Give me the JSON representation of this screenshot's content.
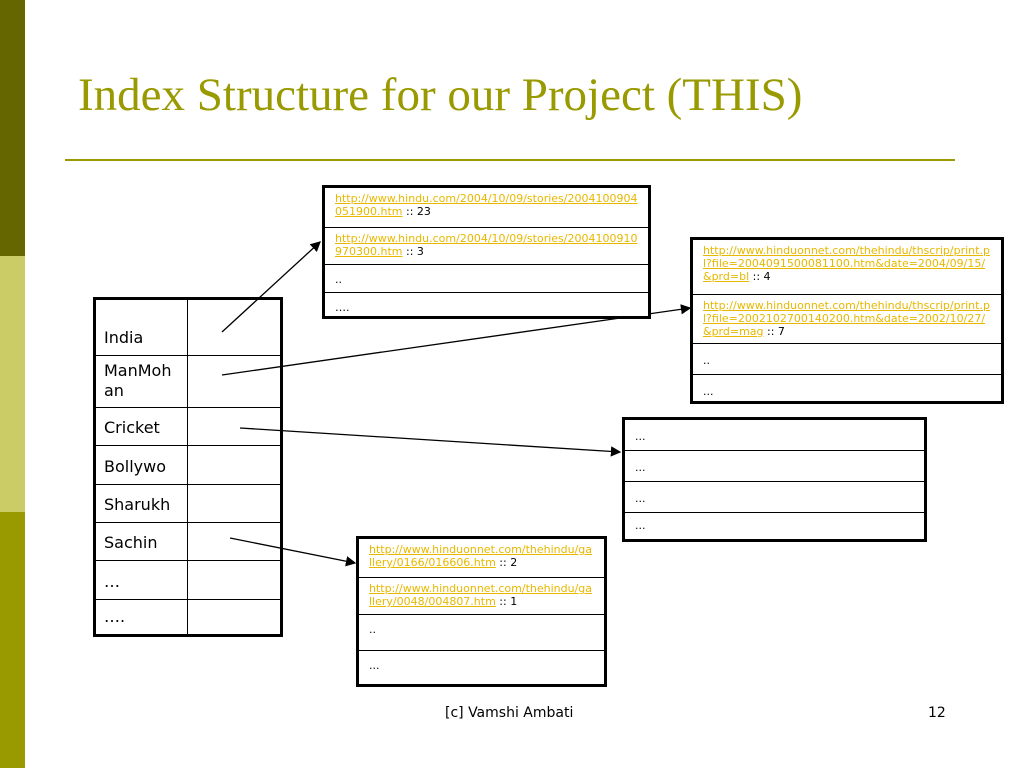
{
  "title": "Index Structure for our Project (THIS)",
  "colors": {
    "accent": "#999900",
    "strip_dark": "#666600",
    "strip_light": "#cccc66",
    "link": "#e8b800"
  },
  "index_terms": [
    "India",
    "ManMoh an",
    "Cricket",
    "Bollywo",
    "Sharukh",
    "Sachin",
    "…",
    "…."
  ],
  "box1": [
    {
      "link": "http://www.hindu.com/2004/10/09/stories/2004100904051900.htm",
      "count": " :: 23"
    },
    {
      "link": "http://www.hindu.com/2004/10/09/stories/2004100910970300.htm",
      "count": " :: 3"
    },
    {
      "text": ".."
    },
    {
      "text": "…."
    }
  ],
  "box2": [
    {
      "link": "http://www.hinduonnet.com/thehindu/thscrip/print.pl?file=2004091500081100.htm&date=2004/09/15/&prd=bl",
      "count": " :: 4"
    },
    {
      "link": "http://www.hinduonnet.com/thehindu/thscrip/print.pl?file=2002102700140200.htm&date=2002/10/27/&prd=mag",
      "count": " :: 7"
    },
    {
      "text": ".."
    },
    {
      "text": "..."
    }
  ],
  "box3": [
    {
      "text": "..."
    },
    {
      "text": "..."
    },
    {
      "text": "..."
    },
    {
      "text": "..."
    }
  ],
  "box4": [
    {
      "link": "http://www.hinduonnet.com/thehindu/gallery/0166/016606.htm",
      "count": " :: 2"
    },
    {
      "link": "http://www.hinduonnet.com/thehindu/gallery/0048/004807.htm",
      "count": " :: 1"
    },
    {
      "text": ".."
    },
    {
      "text": "..."
    }
  ],
  "footer": {
    "credit": "[c] Vamshi Ambati",
    "page": "12"
  }
}
